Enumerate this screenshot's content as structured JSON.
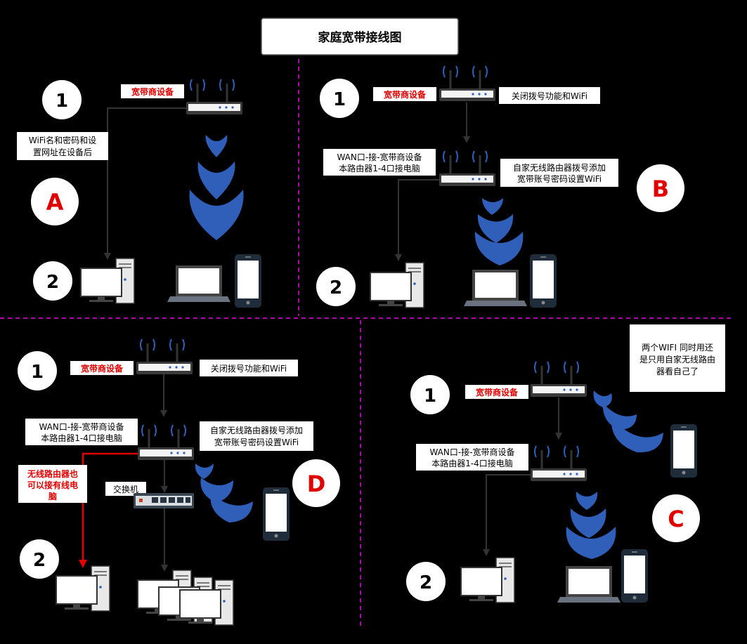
{
  "title": "家庭宽带接线图",
  "colors": {
    "background": "#000000",
    "divider": "#b000b0",
    "wifi": "#2f5fb8",
    "red": "#e00000"
  },
  "icons": [
    "router-icon",
    "switch-icon",
    "desktop-pc-icon",
    "laptop-icon",
    "phone-icon",
    "wifi-signal-icon"
  ],
  "panel_a": {
    "letter": "A",
    "step1": "1",
    "step2": "2",
    "isp_device": "宽带商设备",
    "note_line1": "WiFi名和密码和设",
    "note_line2": "置网址在设备后"
  },
  "panel_b": {
    "letter": "B",
    "step1": "1",
    "step2": "2",
    "isp_device": "宽带商设备",
    "isp_note": "关闭拨号功能和WiFi",
    "wan_line1": "WAN口-接-宽带商设备",
    "wan_line2": "本路由器1-4口接电脑",
    "router_line1": "自家无线路由器拨号添加",
    "router_line2": "宽带账号密码设置WiFi"
  },
  "panel_d": {
    "letter": "D",
    "step1": "1",
    "step2": "2",
    "isp_device": "宽带商设备",
    "isp_note": "关闭拨号功能和WiFi",
    "wan_line1": "WAN口-接-宽带商设备",
    "wan_line2": "本路由器1-4口接电脑",
    "router_line1": "自家无线路由器拨号添加",
    "router_line2": "宽带账号密码设置WiFi",
    "wired_line1": "无线路由器也",
    "wired_line2": "可以接有线电",
    "wired_line3": "脑",
    "switch": "交换机"
  },
  "panel_c": {
    "letter": "C",
    "step1": "1",
    "step2": "2",
    "isp_device": "宽带商设备",
    "wan_line1": "WAN口-接-宽带商设备",
    "wan_line2": "本路由器1-4口接电脑",
    "note_line1": "两个WIFI 同时用还",
    "note_line2": "是只用自家无线路由",
    "note_line3": "器看自己了"
  }
}
